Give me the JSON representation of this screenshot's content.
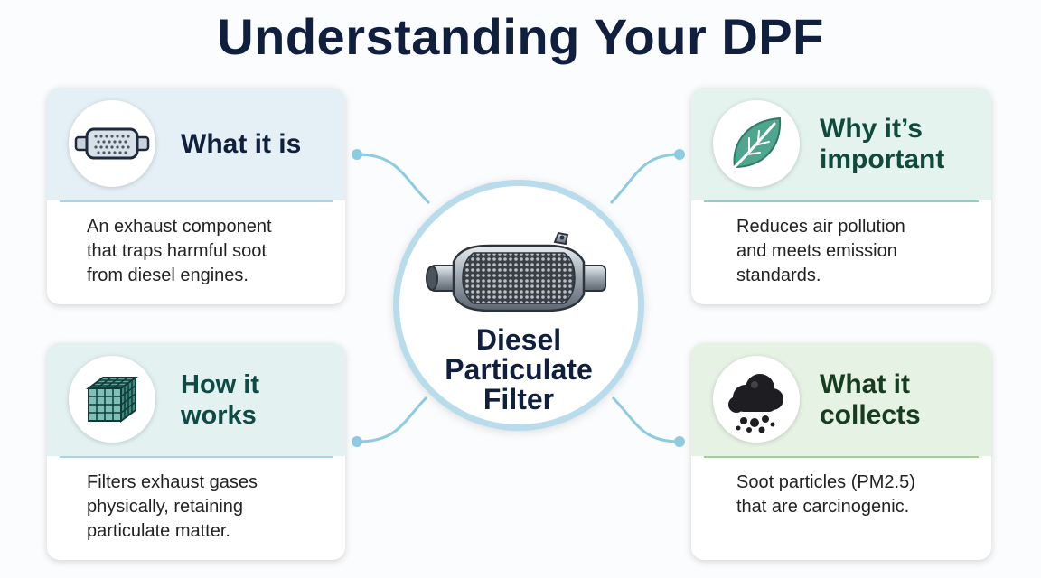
{
  "title": "Understanding Your DPF",
  "center": {
    "label_lines": [
      "Diesel",
      "Particulate",
      "Filter"
    ]
  },
  "cards": {
    "what_it_is": {
      "title": "What it is",
      "body_lines": [
        "An exhaust component",
        "that traps harmful soot",
        "from diesel engines."
      ],
      "icon": "dpf-filter-icon"
    },
    "how_it_works": {
      "title": "How it works",
      "body_lines": [
        "Filters exhaust gases",
        "physically, retaining",
        "particulate matter."
      ],
      "icon": "honeycomb-cube-icon"
    },
    "why_important": {
      "title_lines": [
        "Why it’s",
        "important"
      ],
      "body_lines": [
        "Reduces air pollution",
        "and meets emission",
        "standards."
      ],
      "icon": "leaf-icon"
    },
    "what_collects": {
      "title_lines": [
        "What it",
        "collects"
      ],
      "body_lines": [
        "Soot particles (PM2.5)",
        "that are carcinogenic."
      ],
      "icon": "soot-cloud-icon"
    }
  },
  "colors": {
    "title": "#0f1f3d",
    "connector": "#8ccbe2",
    "center_ring": "#b8dcec"
  }
}
